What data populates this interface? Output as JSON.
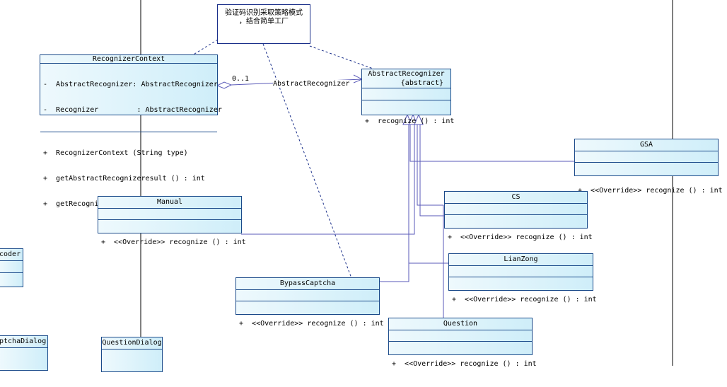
{
  "note": {
    "lines": [
      "验证码识别采取策略模式",
      "，结合简单工厂"
    ]
  },
  "classes": {
    "recognizer_context": {
      "name": "RecognizerContext",
      "attributes": [
        "-  AbstractRecognizer: AbstractRecognizer",
        "-  Recognizer         : AbstractRecognizer"
      ],
      "operations": [
        "+  RecognizerContext (String type)",
        "+  getAbstractRecognizeresult () : int",
        "+  getRecognizeResult ()          : int"
      ]
    },
    "abstract_recognizer": {
      "name": "AbstractRecognizer",
      "stereotype": "{abstract}",
      "operations": [
        "+  recognize () : int"
      ]
    },
    "gsa": {
      "name": "GSA",
      "operations": [
        "+  <<Override>> recognize () : int"
      ]
    },
    "cs": {
      "name": "CS",
      "operations": [
        "+  <<Override>> recognize () : int"
      ]
    },
    "manual": {
      "name": "Manual",
      "operations": [
        "+  <<Override>> recognize () : int"
      ]
    },
    "lianzong": {
      "name": "LianZong",
      "operations": [
        "+  <<Override>> recognize () : int"
      ]
    },
    "bypass_captcha": {
      "name": "BypassCaptcha",
      "operations": [
        "+  <<Override>> recognize () : int"
      ]
    },
    "question": {
      "name": "Question",
      "operations": [
        "+  <<Override>> recognize () : int"
      ]
    },
    "coder_partial": {
      "name": "coder"
    },
    "captcha_dialog_partial": {
      "name": "ptchaDialog"
    },
    "question_dialog": {
      "name": "QuestionDialog"
    }
  },
  "association": {
    "multiplicity": "0..1",
    "role": "AbstractRecognizer"
  },
  "colors": {
    "class_border": "#1a4a8a",
    "line": "#5a5ab8",
    "lifeline": "#000000"
  }
}
